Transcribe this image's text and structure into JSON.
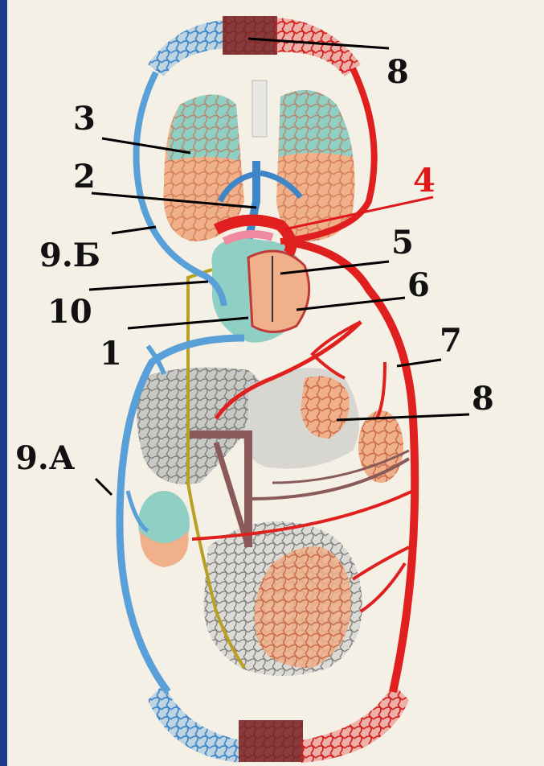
{
  "colors": {
    "vein_blue": "#5aa0d8",
    "artery_red": "#e0201e",
    "capillary_dark": "#7a2a2a",
    "lung_teal": "#8fcfc4",
    "tissue_peach": "#f0b08a",
    "organ_gray": "#c8c8c4",
    "lymph_yellow": "#b8a020",
    "portal_brown": "#8a5a5a",
    "frame_blue": "#1d3a8c",
    "background": "#f4f0e6"
  },
  "labels": {
    "l8_top": "8",
    "l3": "3",
    "l2": "2",
    "l4": "4",
    "l9b": "9.Б",
    "l5": "5",
    "l10": "10",
    "l6": "6",
    "l1": "1",
    "l7": "7",
    "l8_mid": "8",
    "l9a": "9.А"
  }
}
